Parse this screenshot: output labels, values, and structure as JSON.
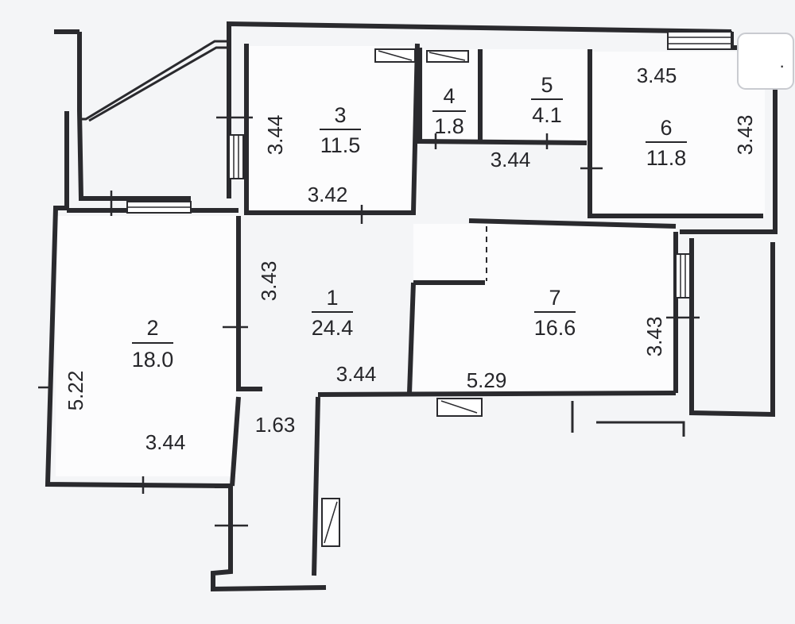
{
  "rooms": [
    {
      "id": "1",
      "number": "1",
      "area": "24.4"
    },
    {
      "id": "2",
      "number": "2",
      "area": "18.0"
    },
    {
      "id": "3",
      "number": "3",
      "area": "11.5"
    },
    {
      "id": "4",
      "number": "4",
      "area": "1.8"
    },
    {
      "id": "5",
      "number": "5",
      "area": "4.1"
    },
    {
      "id": "6",
      "number": "6",
      "area": "11.8"
    },
    {
      "id": "7",
      "number": "7",
      "area": "16.6"
    }
  ],
  "dimensions": {
    "room3_height": "3.44",
    "room3_width": "3.42",
    "corridor_width": "3.44",
    "room6_width": "3.45",
    "room6_height": "3.43",
    "room1_height": "3.43",
    "room1_width": "3.44",
    "room2_height": "5.22",
    "room2_width": "3.44",
    "hall_width": "1.63",
    "room7_width": "5.29",
    "room7_height": "3.43"
  }
}
